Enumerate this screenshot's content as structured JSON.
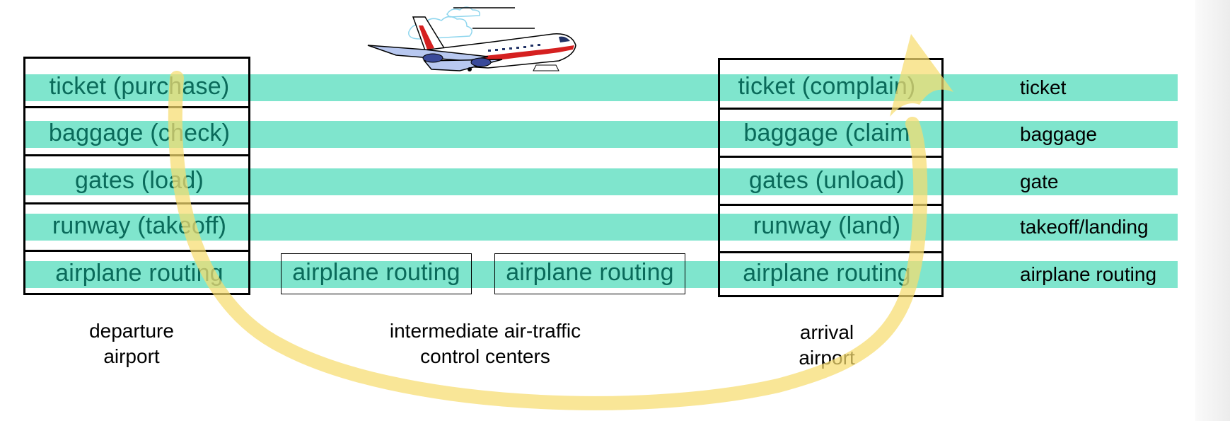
{
  "departure": {
    "layers": [
      "ticket (purchase)",
      "baggage (check)",
      "gates (load)",
      "runway (takeoff)",
      "airplane routing"
    ],
    "caption": [
      "departure",
      "airport"
    ]
  },
  "intermediate": {
    "boxes": [
      "airplane routing",
      "airplane routing"
    ],
    "caption": [
      "intermediate air-traffic",
      "control centers"
    ]
  },
  "arrival": {
    "layers": [
      "ticket (complain)",
      "baggage (claim",
      "gates (unload)",
      "runway (land)",
      "airplane routing"
    ],
    "caption": [
      "arrival",
      "airport"
    ]
  },
  "legend": [
    "ticket",
    "baggage",
    "gate",
    "takeoff/landing",
    "airplane routing"
  ],
  "colors": {
    "band": "#7fe5cd",
    "layer_text": "#0a6a5a",
    "arrow": "#f7dc6f"
  },
  "icons": {
    "airplane": "airplane-icon",
    "arrow": "yellow-curved-arrow"
  }
}
